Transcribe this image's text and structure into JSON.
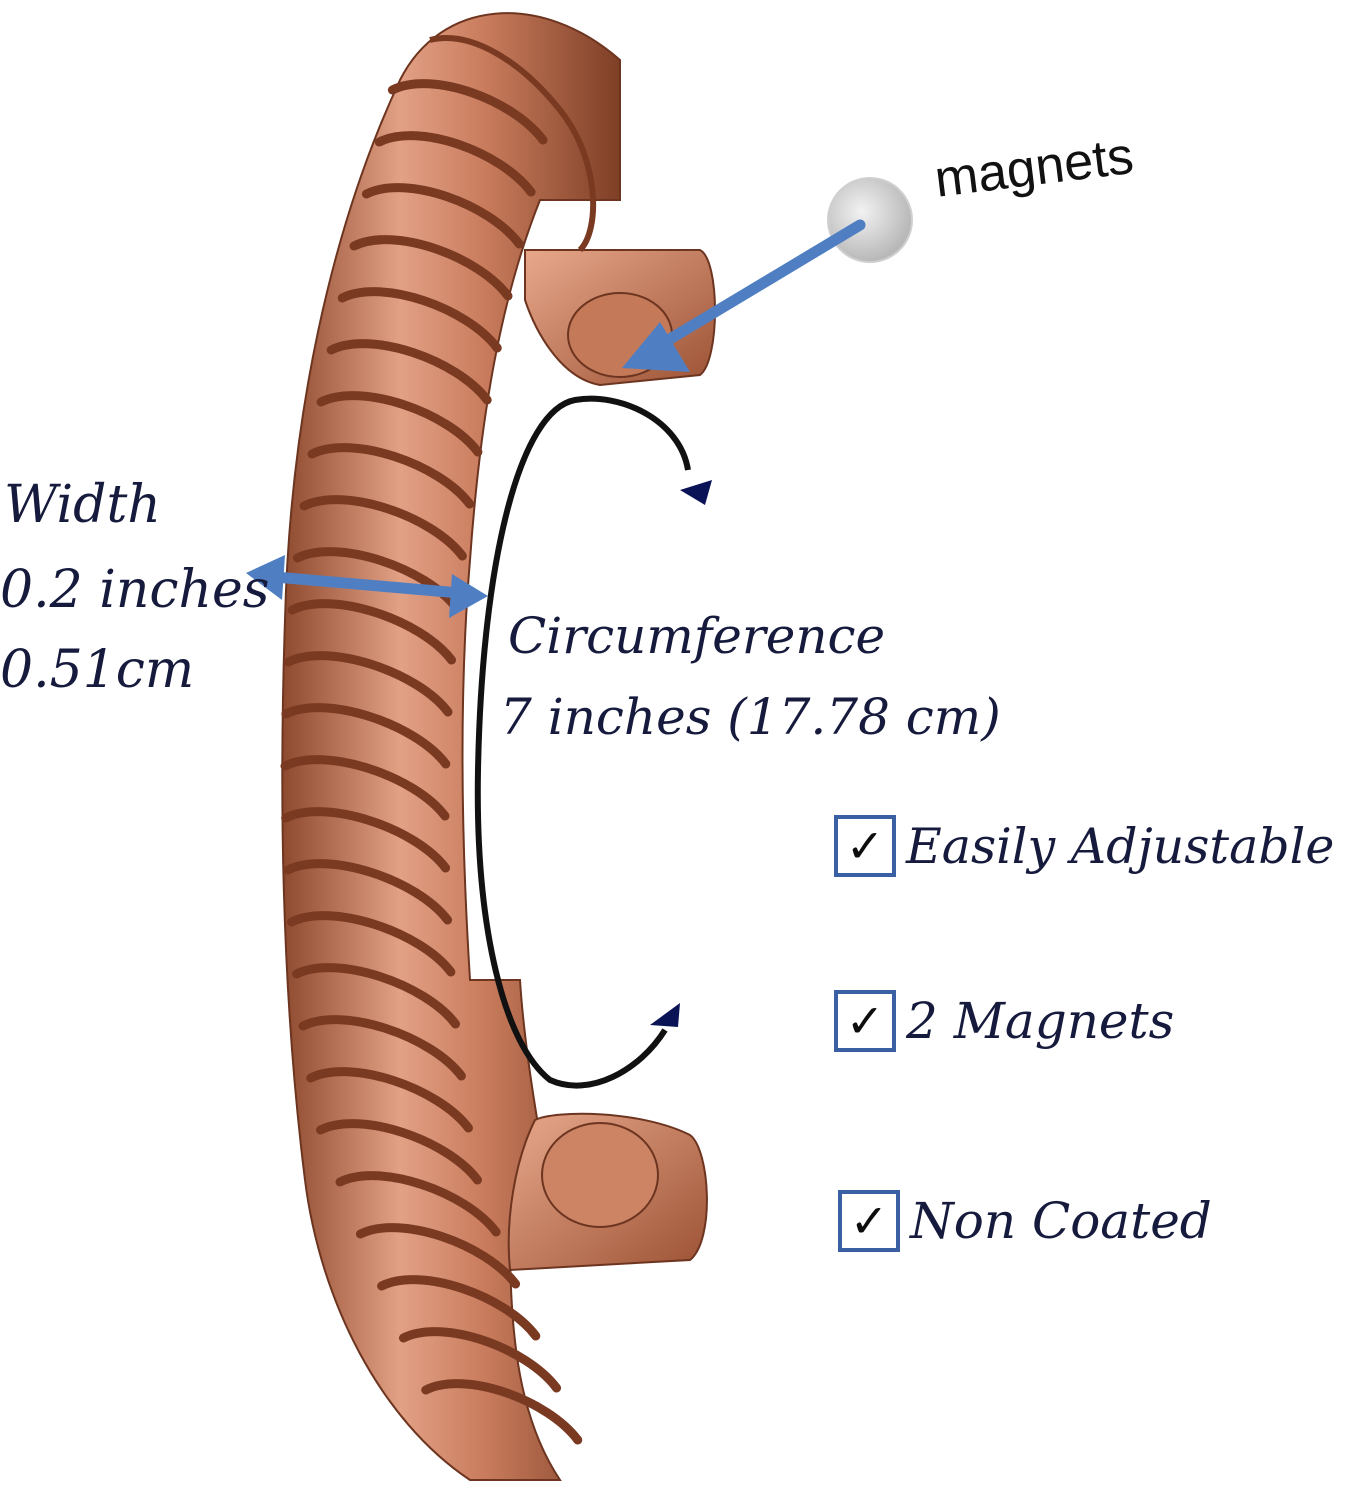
{
  "product": {
    "name": "Twisted copper magnetic cuff bracelet",
    "colors": {
      "copper": "#c97c5d",
      "copper_dark": "#7e3f26",
      "accent_blue": "#4f7fc2",
      "text_navy": "#161a3c"
    }
  },
  "callouts": {
    "magnets_label": "magnets",
    "width_title": "Width",
    "width_inches": "0.2 inches",
    "width_cm": "0.51cm",
    "circumference_title": "Circumference",
    "circumference_value": "7 inches (17.78 cm)"
  },
  "features": [
    {
      "label": "Easily Adjustable",
      "checked": true
    },
    {
      "label": "2 Magnets",
      "checked": true
    },
    {
      "label": "Non Coated",
      "checked": true
    }
  ],
  "icons": [
    "magnet-icon",
    "check-icon",
    "double-arrow-icon",
    "curved-arrow-icon"
  ]
}
